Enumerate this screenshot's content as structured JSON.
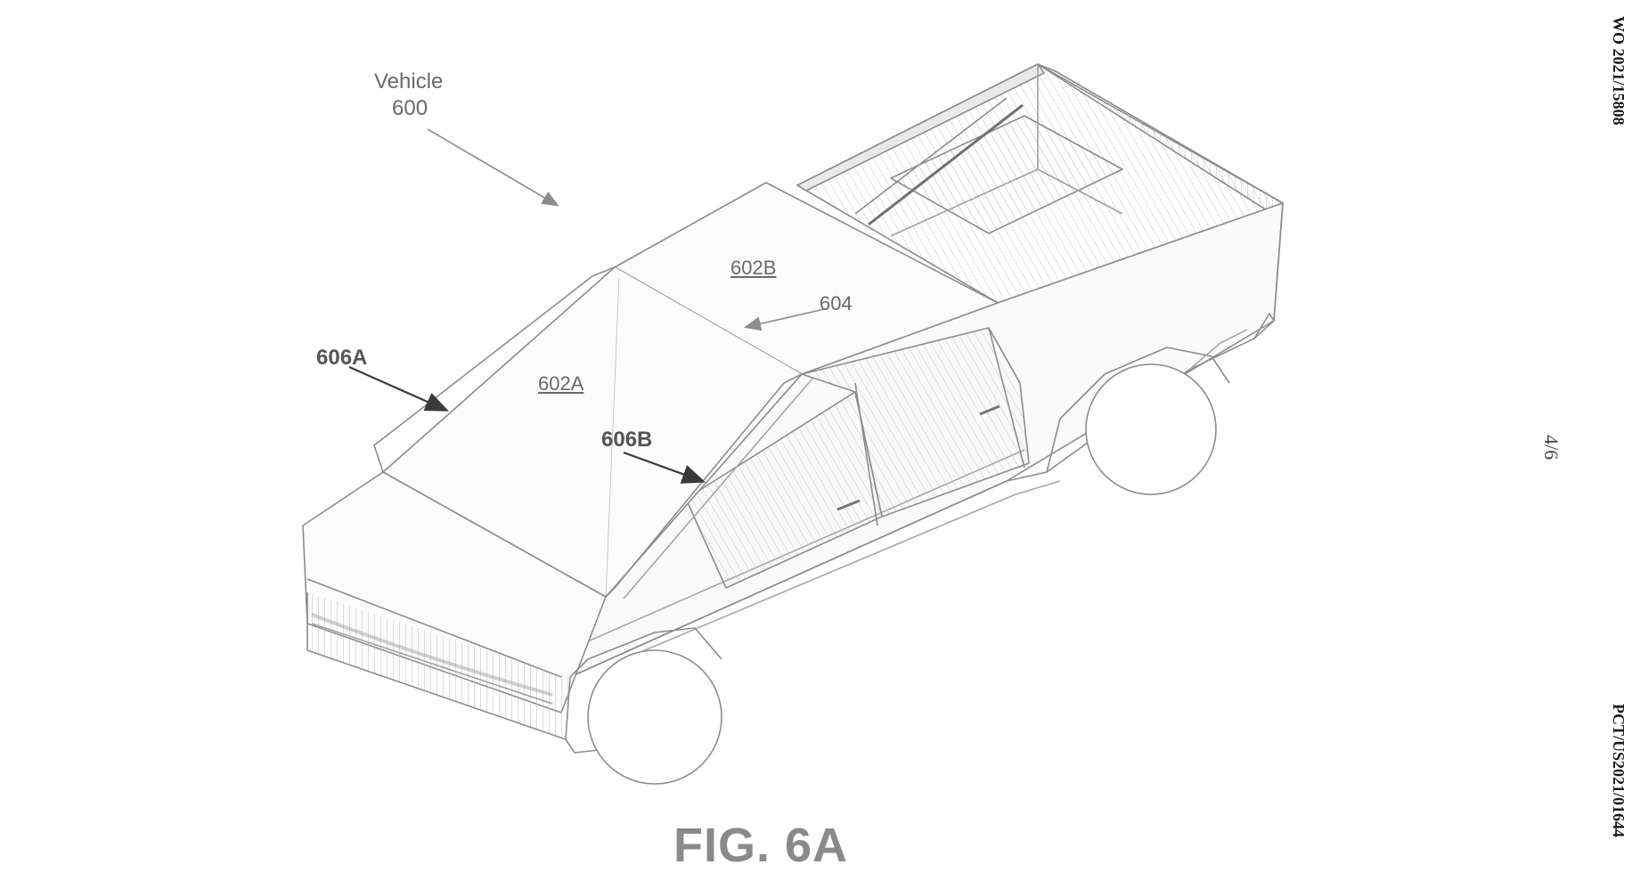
{
  "header": {
    "publication_number": "WO 2021/15808",
    "application_number": "PCT/US2021/01644",
    "sheet_number": "4/6"
  },
  "figure": {
    "caption": "FIG. 6A",
    "labels": {
      "vehicle_word": "Vehicle",
      "vehicle_number": "600",
      "roof_panel_rear": "602B",
      "roof_seam": "604",
      "roof_panel_front": "602A",
      "edge_left": "606A",
      "edge_right": "606B"
    }
  },
  "colors": {
    "line": "#8c8c8c",
    "hatch": "#b8b8b8",
    "text": "#6a6a6a",
    "vertical_text": "#1a1a1a"
  }
}
